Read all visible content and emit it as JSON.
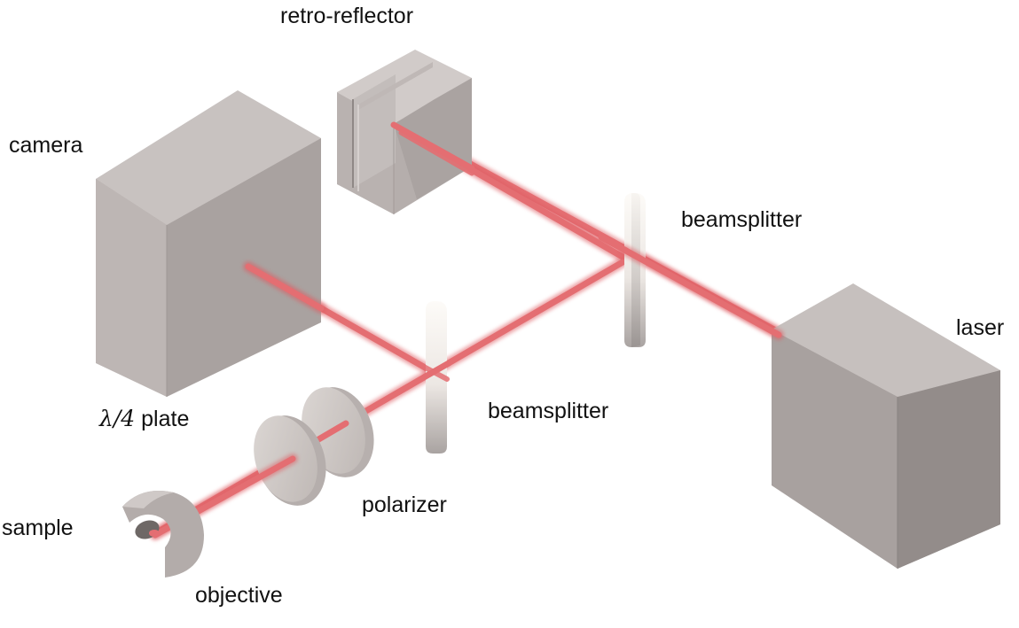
{
  "labels": {
    "retro_reflector": "retro-reflector",
    "camera": "camera",
    "beamsplitter_top": "beamsplitter",
    "laser": "laser",
    "quarter_wave_symbol": "λ/4",
    "quarter_wave_word": "plate",
    "beamsplitter_bottom": "beamsplitter",
    "polarizer": "polarizer",
    "sample": "sample",
    "objective": "objective"
  },
  "colors": {
    "beam": "#de5a60",
    "box_front": "#aea7a5",
    "box_top": "#c9c3c1",
    "box_side": "#9a9391"
  }
}
